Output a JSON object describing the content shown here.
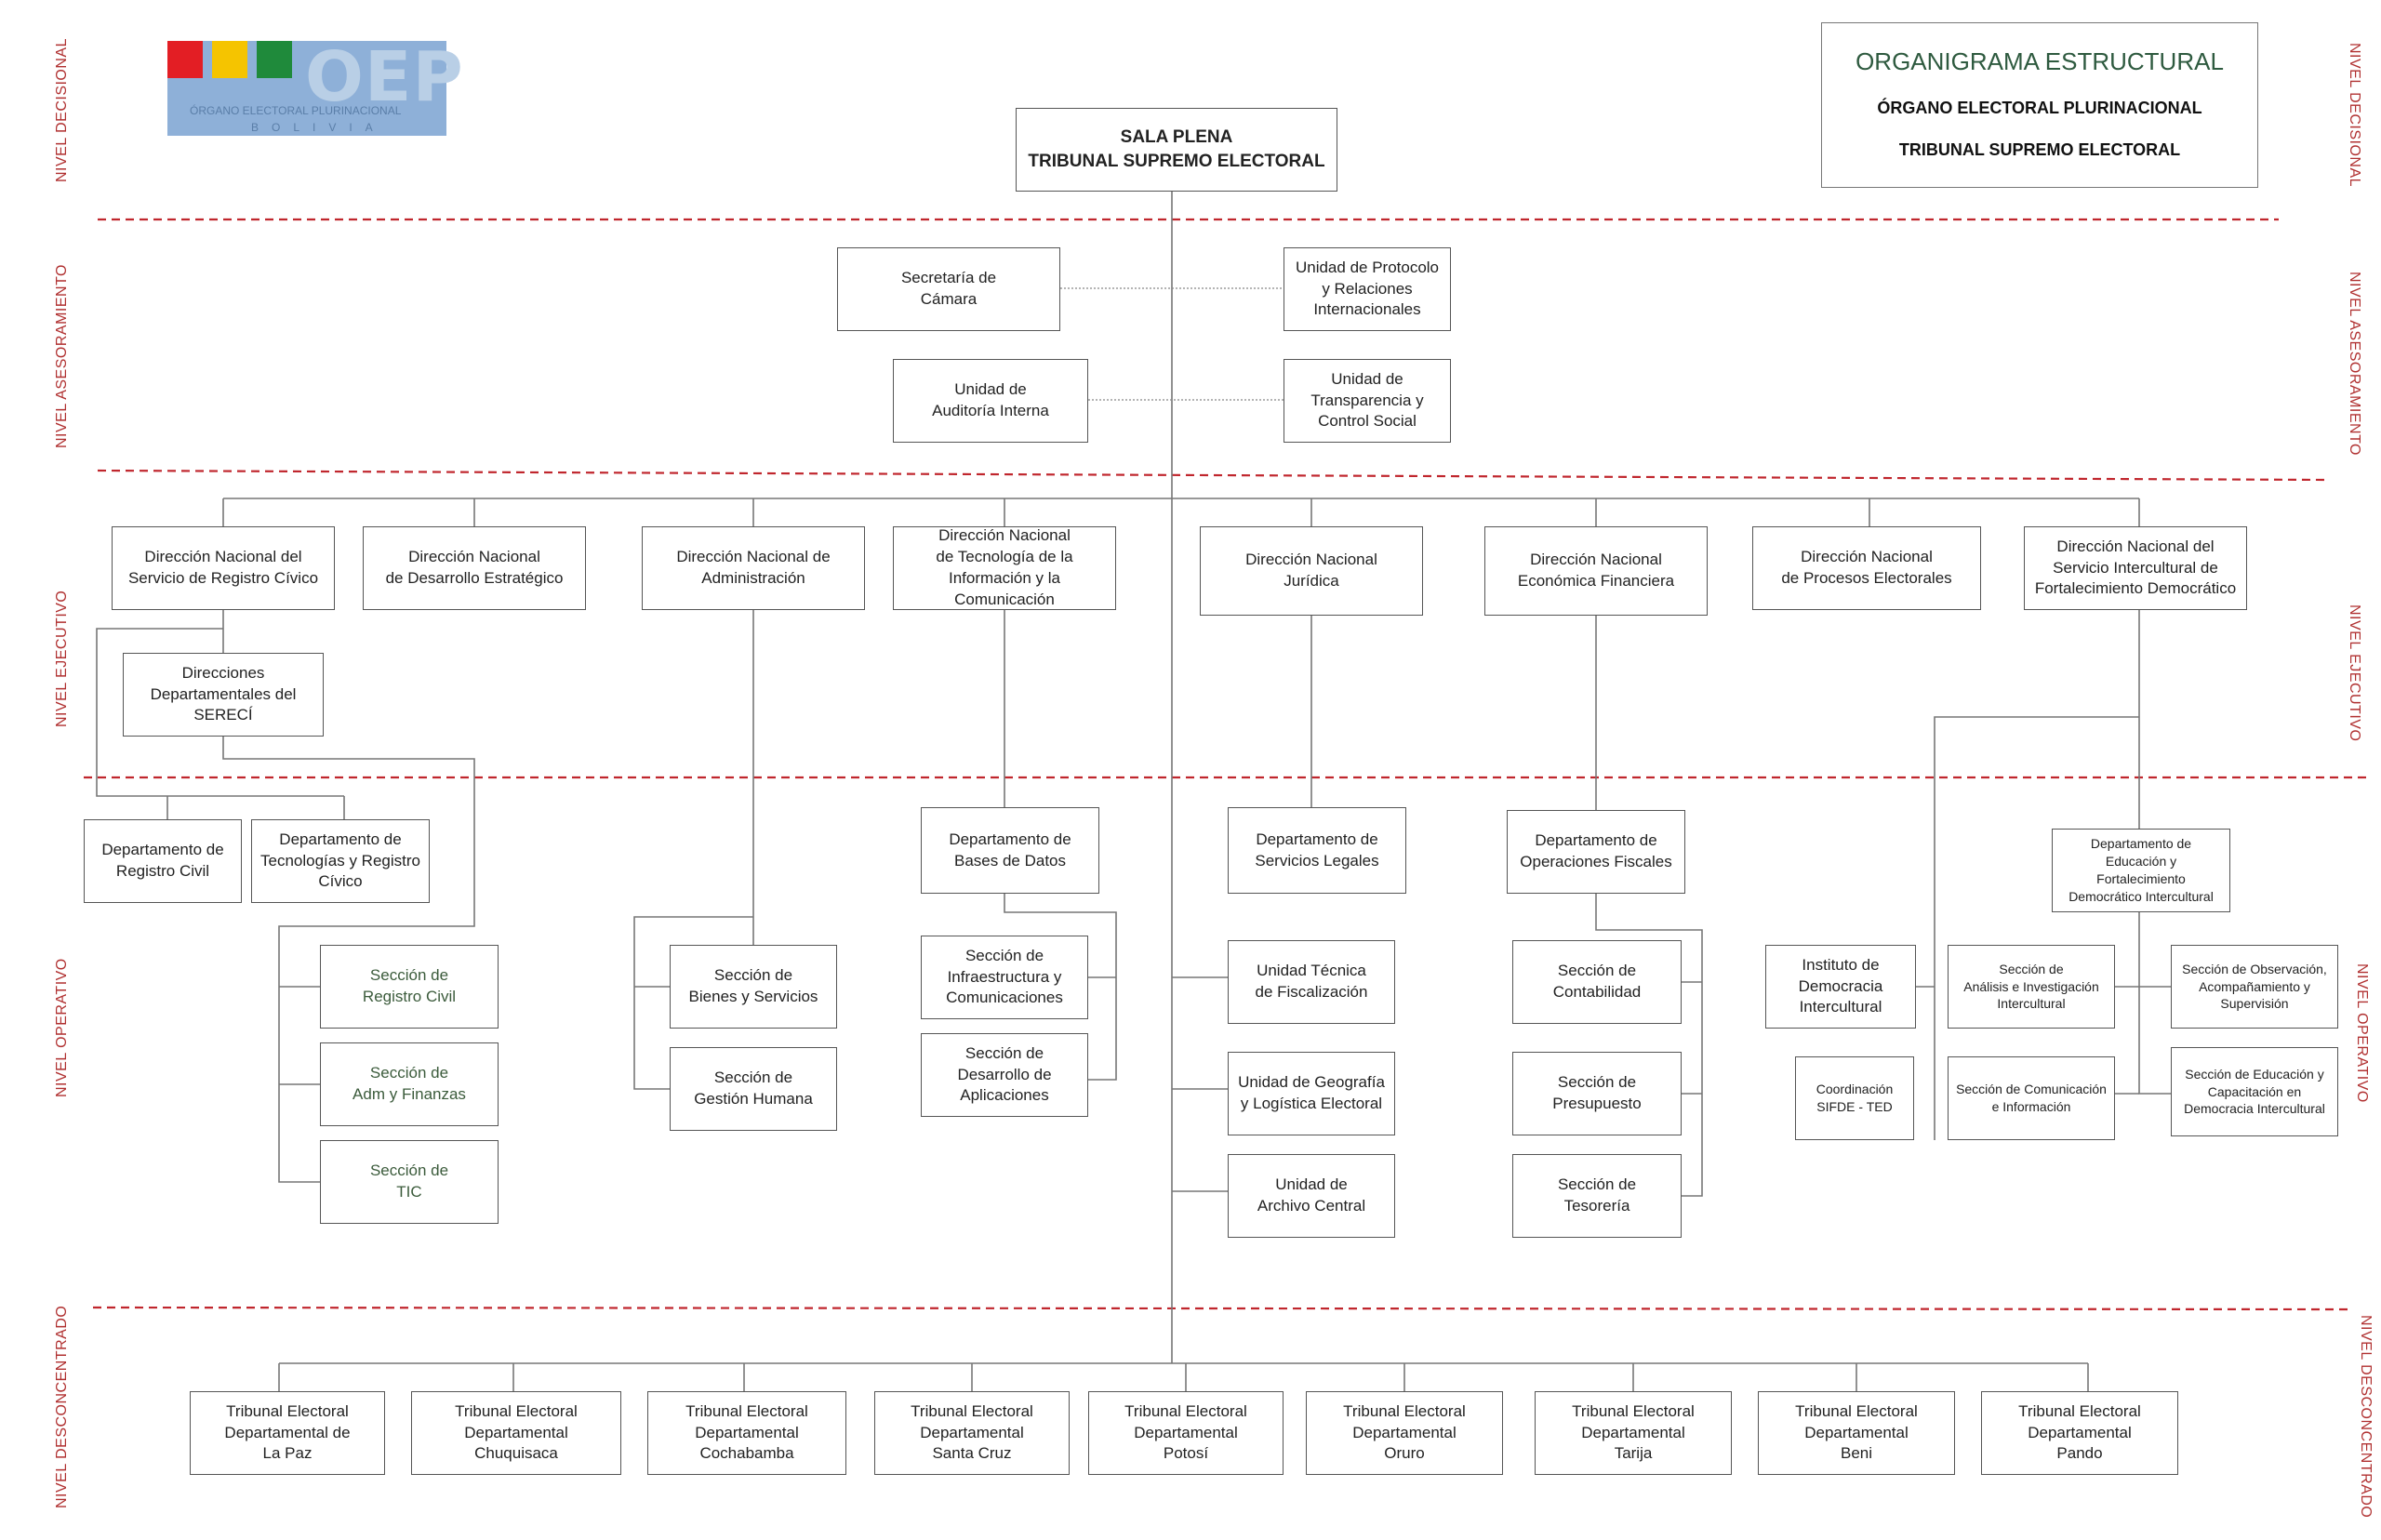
{
  "title": {
    "main": "ORGANIGRAMA ESTRUCTURAL",
    "line1": "ÓRGANO ELECTORAL PLURINACIONAL",
    "line2": "TRIBUNAL SUPREMO ELECTORAL"
  },
  "logo": {
    "acronym": "OEP",
    "name": "ÓRGANO ELECTORAL PLURINACIONAL",
    "country": "BOLIVIA",
    "colors": [
      "#e31e24",
      "#f5c400",
      "#1f8a3b"
    ]
  },
  "colors": {
    "level_label": "#b03030",
    "dashed_separator": "#c0262d",
    "box_border": "#555555",
    "green_text": "#3b5b3b"
  },
  "levels": {
    "decisional": "NIVEL DECISIONAL",
    "asesoramiento": "NIVEL ASESORAMIENTO",
    "ejecutivo": "NIVEL EJECUTIVO",
    "operativo": "NIVEL OPERATIVO",
    "desconcentrado": "NIVEL DESCONCENTRADO"
  },
  "nodes": {
    "sala_plena": "SALA PLENA\nTRIBUNAL SUPREMO ELECTORAL",
    "secretaria_camara": "Secretaría de\nCámara",
    "unidad_protocolo": "Unidad de Protocolo\ny Relaciones\nInternacionales",
    "unidad_auditoria": "Unidad de\nAuditoría Interna",
    "unidad_transparencia": "Unidad de\nTransparencia y\nControl Social",
    "dn_sereci": "Dirección Nacional del\nServicio de Registro Cívico",
    "dn_desarrollo": "Dirección Nacional\nde Desarrollo Estratégico",
    "dn_administracion": "Dirección Nacional de\nAdministración",
    "dn_tic": "Dirección Nacional\nde Tecnología de la\nInformación y la\nComunicación",
    "dn_juridica": "Dirección Nacional\nJurídica",
    "dn_economica": "Dirección Nacional\nEconómica Financiera",
    "dn_procesos": "Dirección Nacional\nde Procesos Electorales",
    "dn_sifde": "Dirección Nacional del\nServicio Intercultural de\nFortalecimiento Democrático",
    "direcciones_dep_sereci": "Direcciones\nDepartamentales del\nSERECÍ",
    "dep_registro_civil": "Departamento de\nRegistro Civil",
    "dep_tecnologias": "Departamento de\nTecnologías y Registro\nCívico",
    "seccion_registro_civil": "Sección de\nRegistro Civil",
    "seccion_adm_finanzas": "Sección de\nAdm y Finanzas",
    "seccion_tic": "Sección de\nTIC",
    "seccion_bienes": "Sección de\nBienes y Servicios",
    "seccion_gestion_humana": "Sección de\nGestión Humana",
    "dep_bases_datos": "Departamento de\nBases de Datos",
    "seccion_infraestructura": "Sección de\nInfraestructura y\nComunicaciones",
    "seccion_desarrollo_apps": "Sección de\nDesarrollo de\nAplicaciones",
    "dep_servicios_legales": "Departamento de\nServicios Legales",
    "unidad_fiscalizacion": "Unidad Técnica\nde Fiscalización",
    "unidad_geografia": "Unidad de Geografía\ny Logística Electoral",
    "unidad_archivo": "Unidad de\nArchivo Central",
    "dep_operaciones_fiscales": "Departamento de\nOperaciones Fiscales",
    "seccion_contabilidad": "Sección de\nContabilidad",
    "seccion_presupuesto": "Sección de\nPresupuesto",
    "seccion_tesoreria": "Sección de\nTesorería",
    "dep_educacion": "Departamento de\nEducación y\nFortalecimiento\nDemocrático Intercultural",
    "instituto_democracia": "Instituto de\nDemocracia\nIntercultural",
    "coordinacion_sifde": "Coordinación\nSIFDE - TED",
    "seccion_analisis": "Sección de\nAnálisis e Investigación\nIntercultural",
    "seccion_comunicacion": "Sección de Comunicación\ne Información",
    "seccion_observacion": "Sección de Observación,\nAcompañamiento y\nSupervisión",
    "seccion_educacion": "Sección de Educación y\nCapacitación en\nDemocracia Intercultural",
    "ted_la_paz": "Tribunal Electoral\nDepartamental de\nLa Paz",
    "ted_chuquisaca": "Tribunal Electoral\nDepartamental\nChuquisaca",
    "ted_cochabamba": "Tribunal Electoral\nDepartamental\nCochabamba",
    "ted_santa_cruz": "Tribunal Electoral\nDepartamental\nSanta Cruz",
    "ted_potosi": "Tribunal Electoral\nDepartamental\nPotosí",
    "ted_oruro": "Tribunal Electoral\nDepartamental\nOruro",
    "ted_tarija": "Tribunal Electoral\nDepartamental\nTarija",
    "ted_beni": "Tribunal Electoral\nDepartamental\nBeni",
    "ted_pando": "Tribunal Electoral\nDepartamental\nPando"
  }
}
